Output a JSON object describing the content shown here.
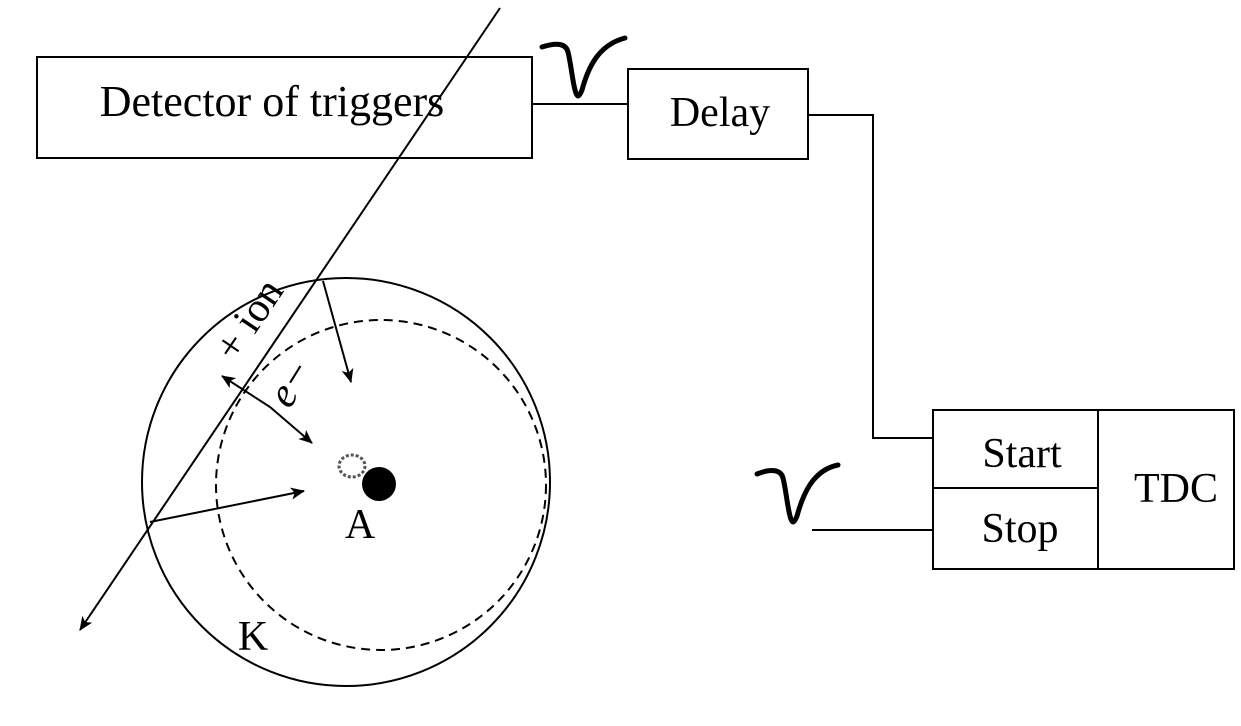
{
  "labels": {
    "detector": "Detector of triggers",
    "delay": "Delay",
    "start": "Start",
    "stop": "Stop",
    "tdc": "TDC",
    "ion": "+ ion",
    "electron": "e−",
    "anode": "A",
    "cathode": "K"
  },
  "icons": {
    "pulse": "negative-pulse-icon",
    "arrow": "arrow-icon"
  }
}
